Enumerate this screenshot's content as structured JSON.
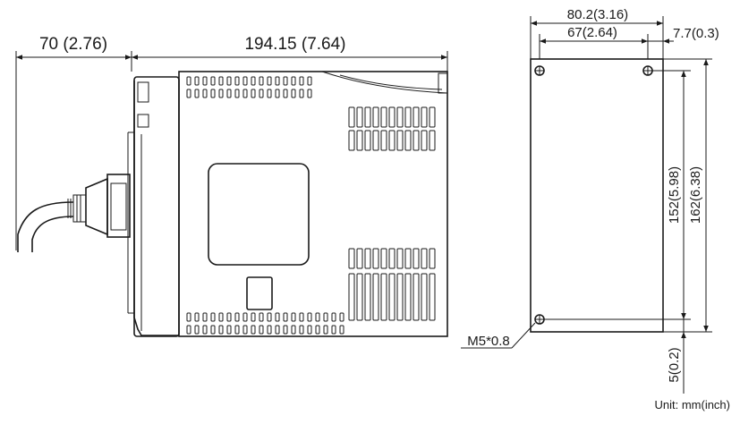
{
  "dimensions": {
    "cable_length": "70 (2.76)",
    "depth": "194.15 (7.64)",
    "overall_width": "80.2(3.16)",
    "hole_pitch_width": "67(2.64)",
    "edge_offset": "7.7(0.3)",
    "hole_pitch_height": "152(5.98)",
    "overall_height": "162(6.38)",
    "bottom_offset": "5(0.2)"
  },
  "labels": {
    "mounting_screw": "M5*0.8",
    "unit_note": "Unit: mm(inch)"
  },
  "colors": {
    "line": "#1a1a1a",
    "background": "#ffffff"
  }
}
